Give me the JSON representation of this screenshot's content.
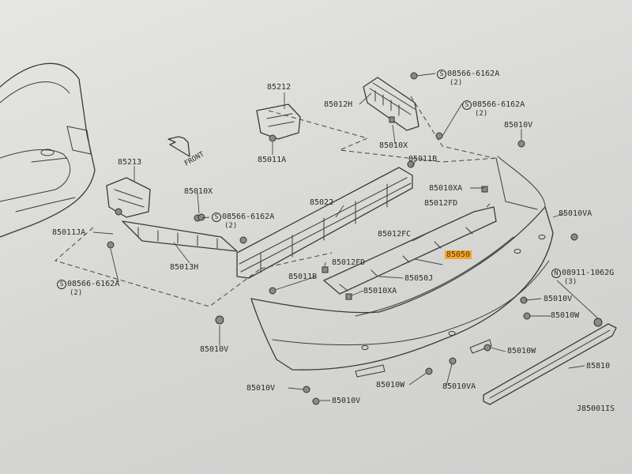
{
  "diagram_code": "J85001IS",
  "front_label": "FRONT",
  "colors": {
    "highlight": "#f0a534",
    "line": "#3a3a3a",
    "paper": "#e3e3e0"
  },
  "callouts": {
    "p85212": "85212",
    "p85012H": "85012H",
    "p08566_top": {
      "sym": "S",
      "part": "08566-6162A",
      "qty": "(2)"
    },
    "p08566_mid": {
      "sym": "S",
      "part": "08566-6162A",
      "qty": "(2)"
    },
    "p85010V_topright": "85010V",
    "p85010X_top": "85010X",
    "p85011A": "85011A",
    "p85011B_top": "85011B",
    "p85213": "85213",
    "p85010X_left": "85010X",
    "p08566_left": {
      "sym": "S",
      "part": "08566-6162A",
      "qty": "(2)"
    },
    "p85011JA": "85011JA",
    "p85013H": "85013H",
    "p08566_bottomleft": {
      "sym": "S",
      "part": "08566-6162A",
      "qty": "(2)"
    },
    "p85022": "85022",
    "p85010XA_top": "85010XA",
    "p85012FD_top": "85012FD",
    "p85012FC": "85012FC",
    "p85010VA_right": "85010VA",
    "p85050": "85050",
    "p85012FD_mid": "85012FD",
    "p85011B_mid": "85011B",
    "p85050J": "85050J",
    "p85010XA_mid": "85010XA",
    "p08911": {
      "sym": "N",
      "part": "08911-1062G",
      "qty": "(3)"
    },
    "p85010V_right": "85010V",
    "p85010W_right": "85010W",
    "p85010V_left": "85010V",
    "p85010W_mid": "85010W",
    "p85810": "85810",
    "p85010W_bottom": "85010W",
    "p85010VA_bottom": "85010VA",
    "p85010V_bottom": "85010V",
    "p85010V_bottom2": "85010V"
  }
}
